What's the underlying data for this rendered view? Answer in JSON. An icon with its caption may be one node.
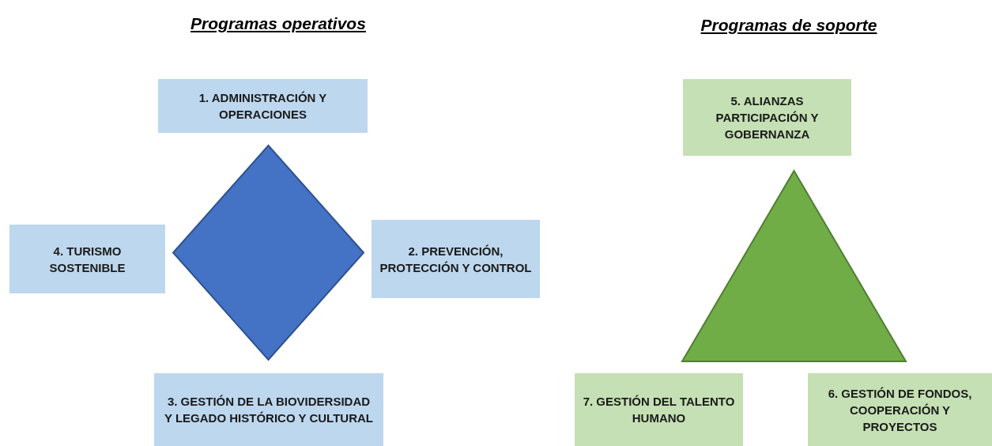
{
  "diagram": {
    "nodes": [
      {
        "text": [
          "1. ADMINISTRACIÓN Y OPERACIONES"
        ]
      },
      {
        "text": [
          "5. ALIANZAS PARTICIPACIÓN Y GOBERNANZA"
        ]
      },
      {
        "text": [
          "4. TURISMO SOSTENIBLE"
        ]
      },
      {
        "text": [],
        "shape": "diamond"
      },
      {
        "text": [
          "2. PREVENCIÓN, PROTECCIÓN Y CONTROL"
        ]
      },
      {
        "text": [],
        "shape": "triangle"
      },
      {
        "text": [
          "3. GESTIÓN DE LA BIOVIDERSIDAD Y LEGADO HISTÓRICO Y CULTURAL"
        ]
      },
      {
        "text": [
          "7. GESTIÓN DEL TALENTO HUMANO"
        ]
      },
      {
        "text": [
          "6. GESTIÓN DE FONDOS, COOPERACIÓN Y PROYECTOS"
        ]
      }
    ],
    "edges": [],
    "labels": [
      "Programas operativos",
      "Programas de soporte"
    ]
  }
}
